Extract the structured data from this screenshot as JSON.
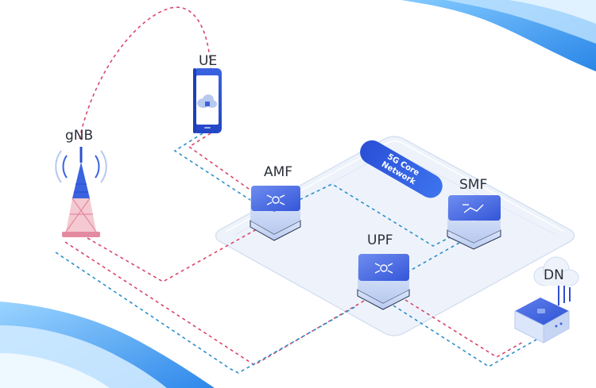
{
  "nodes": {
    "ue": {
      "label": "UE"
    },
    "gnb": {
      "label": "gNB"
    },
    "amf": {
      "label": "AMF"
    },
    "smf": {
      "label": "SMF"
    },
    "upf": {
      "label": "UPF"
    },
    "dn": {
      "label": "DN"
    }
  },
  "core_network": {
    "line1": "5G Core",
    "line2": "Network"
  },
  "colors": {
    "link_red": "#d9476b",
    "link_blue": "#2f8fc9",
    "node_blue": "#3a63e0",
    "node_blue_light": "#6f8df0",
    "platform": "#eef3fb",
    "wave": "#4aa8f0"
  }
}
